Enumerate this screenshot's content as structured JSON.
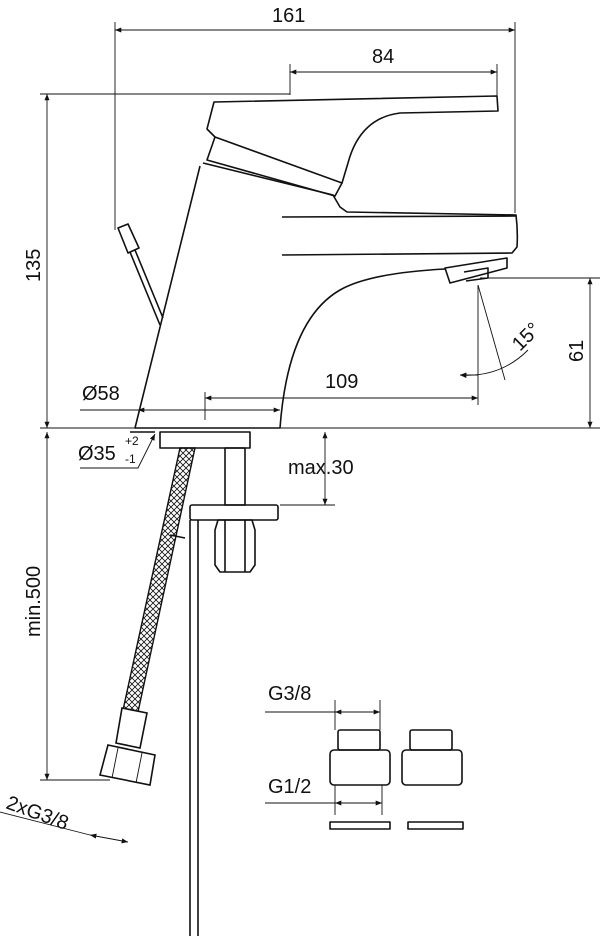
{
  "title": "Single-lever basin mixer dimension drawing",
  "dimensions": {
    "overall_length": "161",
    "lever_length": "84",
    "height": "135",
    "spout_height": "61",
    "spout_projection": "109",
    "spray_angle": "15°",
    "base_diameter": "Ø58",
    "hole_diameter": "Ø35",
    "hole_tol_plus": "+2",
    "hole_tol_minus": "-1",
    "max_deck_thickness": "max.30",
    "hose_length": "min.500",
    "hose_connection": "2xG3/8",
    "adapter_inner": "G3/8",
    "adapter_outer": "G1/2"
  },
  "colors": {
    "line": "#111111",
    "background": "#ffffff"
  }
}
